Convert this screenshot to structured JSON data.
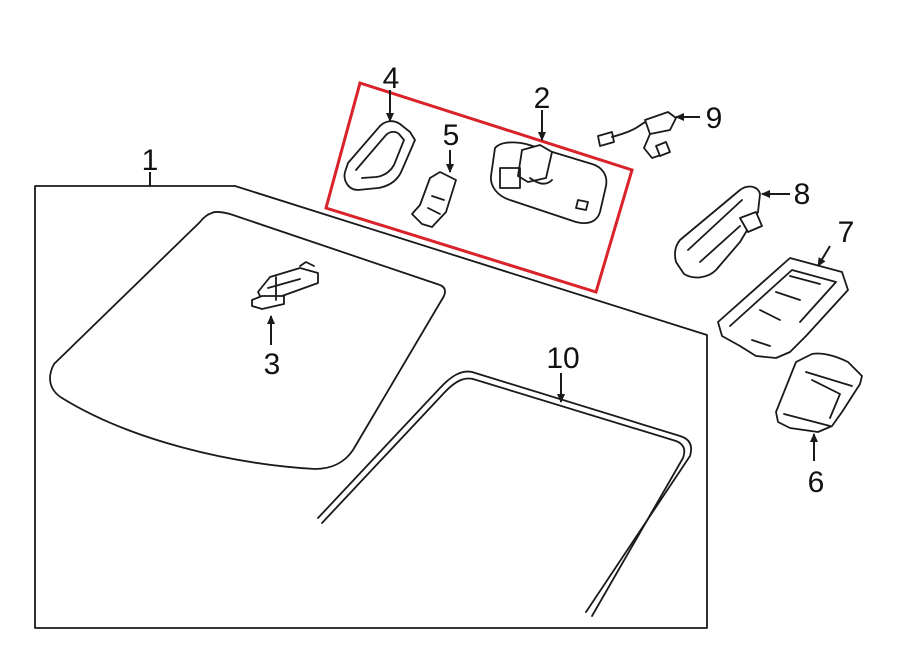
{
  "callouts": {
    "c1": "1",
    "c2": "2",
    "c3": "3",
    "c4": "4",
    "c5": "5",
    "c6": "6",
    "c7": "7",
    "c8": "8",
    "c9": "9",
    "c10": "10"
  },
  "colors": {
    "highlight_box": "#d9222a",
    "line": "#1a1a1a",
    "background": "#ffffff"
  }
}
